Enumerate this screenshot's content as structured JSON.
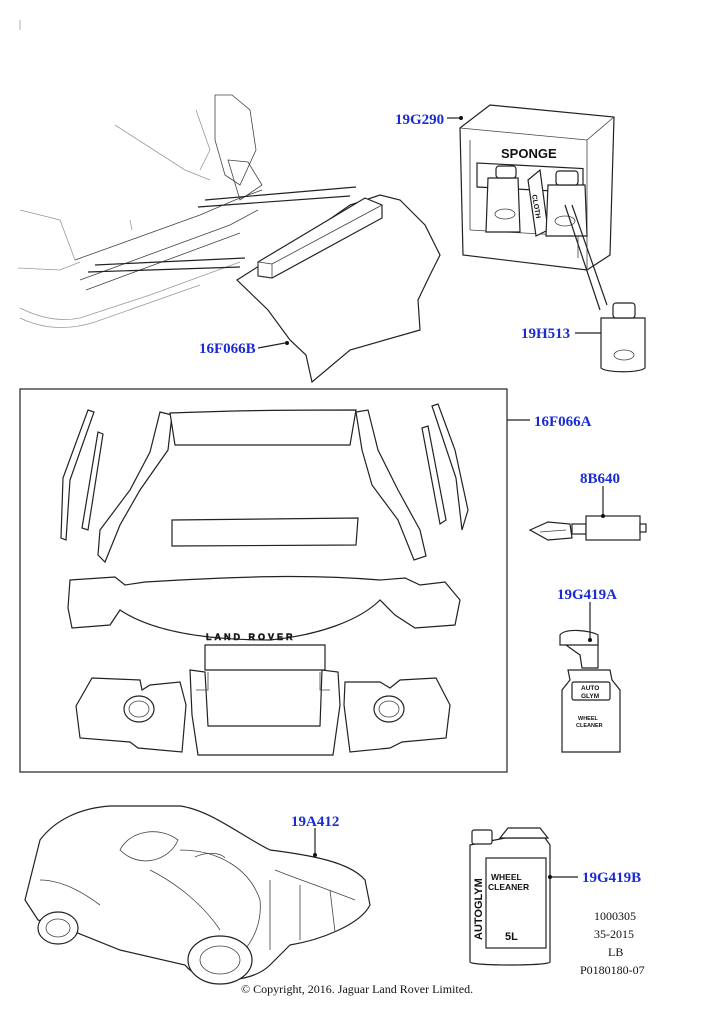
{
  "callouts": {
    "c19G290": "19G290",
    "c16F066B": "16F066B",
    "c19H513": "19H513",
    "c16F066A": "16F066A",
    "c8B640": "8B640",
    "c19G419A": "19G419A",
    "c19A412": "19A412",
    "c19G419B": "19G419B"
  },
  "product_text": {
    "sponge": "SPONGE",
    "cloth": "CLOTH",
    "auto": "AUTO",
    "glym": "GLYM",
    "wheel": "WHEEL",
    "cleaner": "CLEANER",
    "autoglym": "AUTOGLYM",
    "wheel_cleaner_line1": "WHEEL",
    "wheel_cleaner_line2": "CLEANER",
    "volume": "5L",
    "land_rover": "LAND ROVER"
  },
  "reference": {
    "line1": "1000305",
    "line2": "35-2015",
    "line3": "LB",
    "line4": "P0180180-07"
  },
  "copyright": "© Copyright, 2016. Jaguar Land Rover Limited.",
  "colors": {
    "callout": "#1a2bd6",
    "line": "#222222"
  }
}
